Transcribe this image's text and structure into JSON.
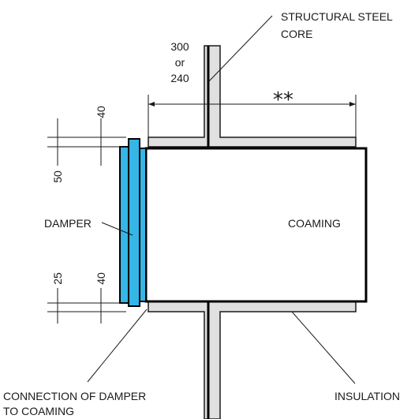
{
  "labels": {
    "core": [
      "STRUCTURAL STEEL",
      "CORE"
    ],
    "dim_top": [
      "300",
      "or",
      "240"
    ],
    "star": "**",
    "dim_40_top": "40",
    "dim_50": "50",
    "damper": "DAMPER",
    "coaming": "COAMING",
    "dim_25": "25",
    "dim_40_bottom": "40",
    "connection": [
      "CONNECTION OF DAMPER",
      "TO COAMING"
    ],
    "insulation": "INSULATION"
  },
  "colors": {
    "damper_fill": "#35b6e6",
    "insulation_fill": "#e0e0e0",
    "line": "#000000"
  }
}
